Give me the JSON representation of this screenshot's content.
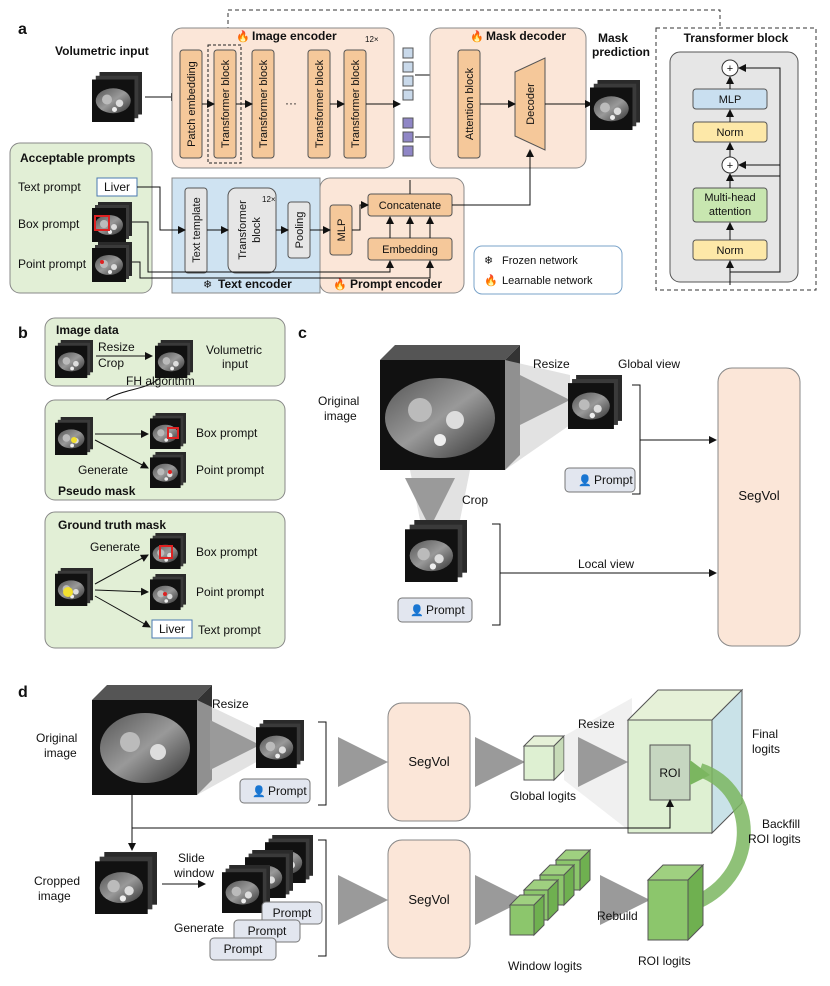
{
  "panels": {
    "a": "a",
    "b": "b",
    "c": "c",
    "d": "d"
  },
  "a": {
    "volumetric_input": "Volumetric input",
    "image_encoder": "Image encoder",
    "patch_embedding": "Patch embedding",
    "transformer_block": "Transformer block",
    "ellipsis": "···",
    "repeat": "12×",
    "mask_decoder": "Mask decoder",
    "attention_block": "Attention block",
    "decoder": "Decoder",
    "mask_prediction": "Mask prediction",
    "acceptable_prompts": "Acceptable prompts",
    "text_prompt": "Text prompt",
    "text_prompt_value": "Liver",
    "box_prompt": "Box prompt",
    "point_prompt": "Point prompt",
    "text_template": "Text template",
    "transformer_block_12": "Transformer block",
    "pooling": "Pooling",
    "text_encoder": "Text encoder",
    "mlp": "MLP",
    "concatenate": "Concatenate",
    "embedding": "Embedding",
    "prompt_encoder": "Prompt encoder",
    "legend_frozen": "Frozen network",
    "legend_learnable": "Learnable network",
    "tb_title": "Transformer block",
    "tb_mlp": "MLP",
    "tb_norm": "Norm",
    "tb_mha": "Multi-head attention",
    "tb_norm2": "Norm",
    "plus": "+"
  },
  "b": {
    "image_data": "Image data",
    "resize": "Resize",
    "crop": "Crop",
    "volumetric_input": "Volumetric input",
    "fh_algorithm": "FH algorithm",
    "box_prompt": "Box prompt",
    "point_prompt": "Point prompt",
    "generate": "Generate",
    "pseudo_mask": "Pseudo mask",
    "ground_truth_mask": "Ground truth mask",
    "generate2": "Generate",
    "box_prompt2": "Box prompt",
    "point_prompt2": "Point prompt",
    "liver": "Liver",
    "text_prompt": "Text prompt"
  },
  "c": {
    "original_image": "Original image",
    "resize": "Resize",
    "global_view": "Global view",
    "prompt": "Prompt",
    "crop": "Crop",
    "local_view": "Local view",
    "prompt2": "Prompt",
    "segvol": "SegVol"
  },
  "d": {
    "original_image": "Original image",
    "resize": "Resize",
    "prompt": "Prompt",
    "segvol": "SegVol",
    "global_logits": "Global logits",
    "resize2": "Resize",
    "roi": "ROI",
    "final_logits": "Final logits",
    "backfill": "Backfill ROI logits",
    "cropped_image": "Cropped image",
    "slide_window": "Slide window",
    "generate": "Generate",
    "prompt_a": "Prompt",
    "prompt_b": "Prompt",
    "prompt_c": "Prompt",
    "segvol2": "SegVol",
    "window_logits": "Window logits",
    "rebuild": "Rebuild",
    "roi_logits": "ROI logits"
  }
}
